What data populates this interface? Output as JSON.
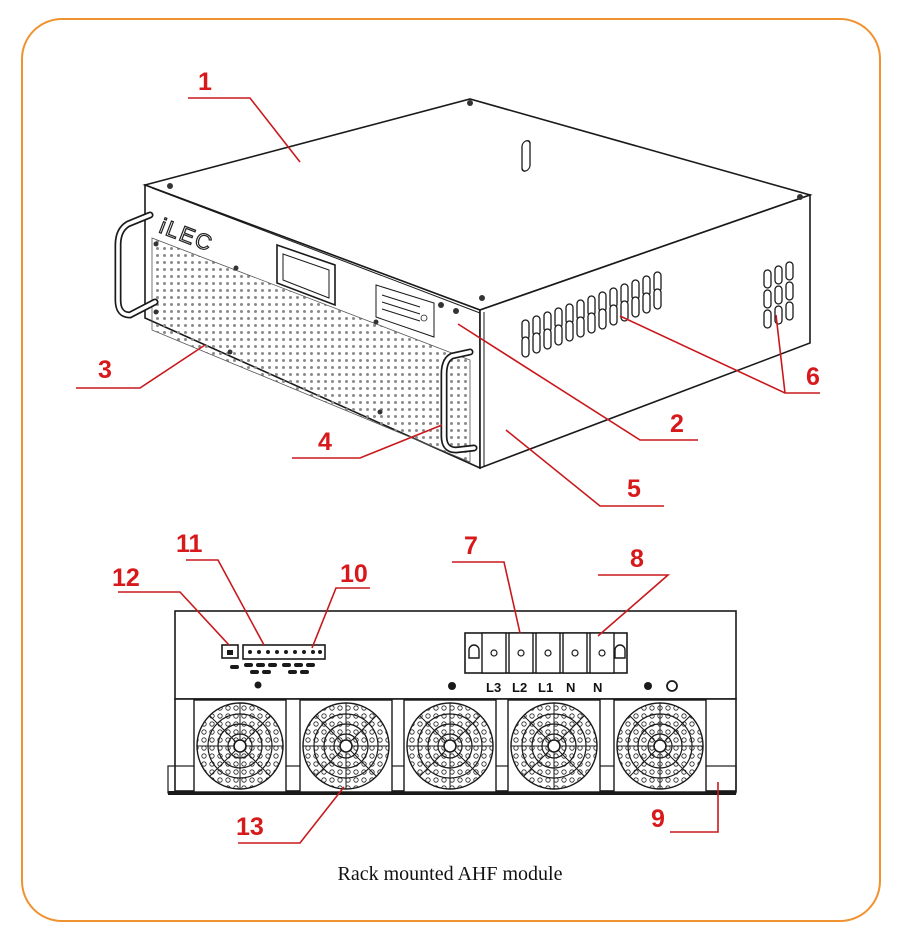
{
  "brand": "iLEC",
  "caption": "Rack mounted AHF module",
  "callouts": {
    "c1": "1",
    "c2": "2",
    "c3": "3",
    "c4": "4",
    "c5": "5",
    "c6": "6",
    "c7": "7",
    "c8": "8",
    "c9": "9",
    "c10": "10",
    "c11": "11",
    "c12": "12",
    "c13": "13"
  },
  "terminals": [
    "L3",
    "L2",
    "L1",
    "N",
    "N"
  ],
  "colors": {
    "frame": "#f0922f",
    "callout": "#d7191c",
    "ink": "#1a1a1a"
  }
}
